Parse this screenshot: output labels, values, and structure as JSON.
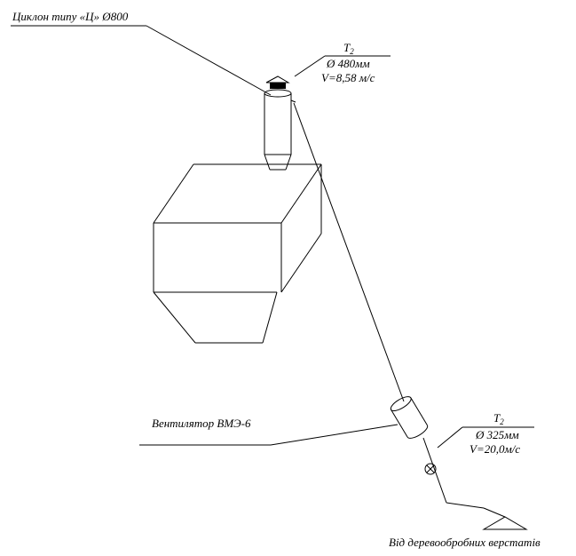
{
  "labels": {
    "cyclone": "Циклон типу «Ц» Ø800",
    "top_tag": {
      "letter": "T",
      "sub": "2"
    },
    "top_diameter": "Ø 480мм",
    "top_velocity": "V=8,58 м/с",
    "fan": "Вентилятор ВМЭ-6",
    "bottom_tag": {
      "letter": "T",
      "sub": "2"
    },
    "bottom_diameter": "Ø 325мм",
    "bottom_velocity": "V=20,0м/с",
    "source": "Від деревообробних верстатів"
  }
}
